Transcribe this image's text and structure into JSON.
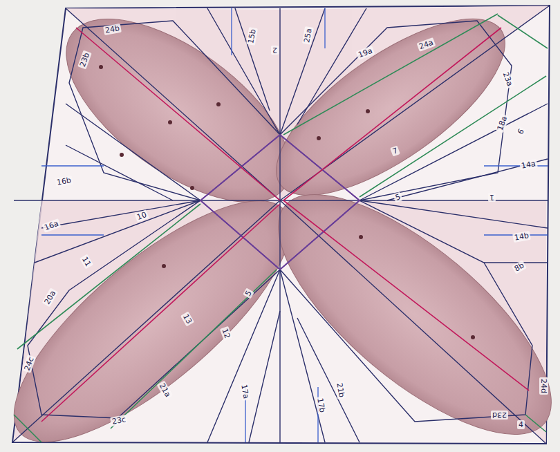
{
  "diagram": {
    "labels": [
      "24b",
      "23b",
      "15b",
      "2",
      "25a",
      "19a",
      "24a",
      "23a",
      "18a",
      "6",
      "14a",
      "1",
      "5",
      "7",
      "16b",
      "10",
      "16a",
      "11",
      "20a",
      "24c",
      "13",
      "12",
      "5",
      "21a",
      "23c",
      "17a",
      "17b",
      "21b",
      "14b",
      "8b",
      "24d",
      "23d",
      "4"
    ]
  }
}
